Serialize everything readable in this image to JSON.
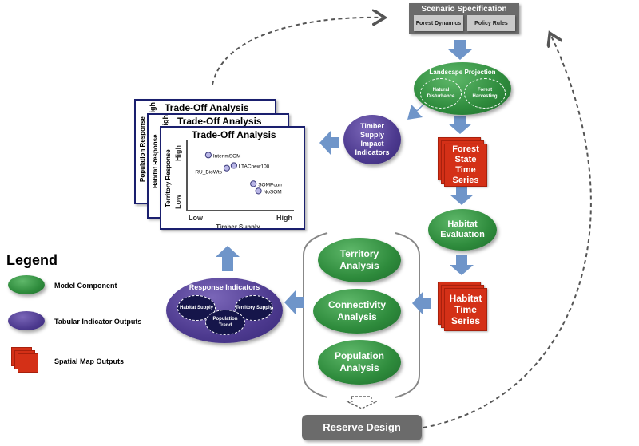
{
  "scenario": {
    "title": "Scenario Specification",
    "forest_dynamics": "Forest Dynamics",
    "policy_rules": "Policy Rules"
  },
  "landscape": {
    "title": "Landscape Projection",
    "natural": "Natural Disturbance",
    "harvesting": "Forest Harvesting"
  },
  "timber_indicators": {
    "label": "Timber Supply Impact Indicators"
  },
  "forest_series": {
    "label": "Forest State Time Series"
  },
  "habitat_eval": {
    "label": "Habitat Evaluation"
  },
  "habitat_series": {
    "label": "Habitat Time Series"
  },
  "analyses": {
    "territory": "Territory Analysis",
    "connectivity": "Connectivity Analysis",
    "population": "Population Analysis"
  },
  "response": {
    "title": "Response Indicators",
    "habitat_supply": "Habitat Supply",
    "territory_supply": "Territory Supply",
    "population_trend": "Population Trend"
  },
  "reserve_design": "Reserve Design",
  "tradeoff": {
    "title": "Trade-Off Analysis",
    "back_ylabel": "Population Response",
    "mid_ylabel": "Habitat Response",
    "front_ylabel": "Territory Response",
    "high": "High",
    "low": "Low",
    "xlabel": "Timber Supply"
  },
  "chart_data": {
    "type": "scatter",
    "title": "Trade-Off Analysis",
    "xlabel": "Timber Supply",
    "ylabel": "Territory Response",
    "x_ticks": [
      "Low",
      "High"
    ],
    "y_ticks": [
      "Low",
      "High"
    ],
    "xlim": [
      0,
      10
    ],
    "ylim": [
      0,
      10
    ],
    "points": [
      {
        "label": "InterimSOM",
        "x": 2.1,
        "y": 8.5
      },
      {
        "label": "LTACnew100",
        "x": 4.6,
        "y": 6.9
      },
      {
        "label": "RU_BioWts",
        "x": 3.9,
        "y": 6.5
      },
      {
        "label": "SOMPcurr",
        "x": 6.5,
        "y": 4.1
      },
      {
        "label": "NoSOM",
        "x": 7.0,
        "y": 3.0
      }
    ]
  },
  "legend": {
    "title": "Legend",
    "model_component": "Model Component",
    "tabular": "Tabular Indicator Outputs",
    "spatial": "Spatial Map Outputs"
  },
  "colors": {
    "green": "#2e8b3c",
    "purple": "#4d3a8f",
    "red": "#d43017",
    "blue_arrow": "#6f95c9",
    "gray": "#6b6b6b"
  }
}
